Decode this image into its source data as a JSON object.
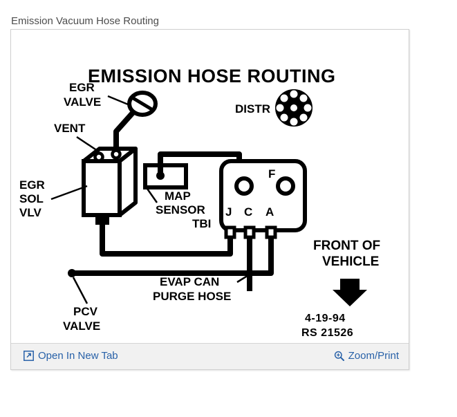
{
  "page": {
    "title": "Emission Vacuum Hose Routing"
  },
  "diagram": {
    "title": "EMISSION HOSE ROUTING",
    "labels": {
      "egr_valve_line1": "EGR",
      "egr_valve_line2": "VALVE",
      "vent": "VENT",
      "distr": "DISTR",
      "egr_sol_line1": "EGR",
      "egr_sol_line2": "SOL",
      "egr_sol_line3": "VLV",
      "map_sensor_line1": "MAP",
      "map_sensor_line2": "SENSOR",
      "tbi": "TBI",
      "port_f": "F",
      "port_j": "J",
      "port_c": "C",
      "port_a": "A",
      "front_of_line1": "FRONT OF",
      "front_of_line2": "VEHICLE",
      "evap_line1": "EVAP CAN",
      "evap_line2": "PURGE HOSE",
      "pcv_line1": "PCV",
      "pcv_line2": "VALVE"
    },
    "stamp": {
      "date": "4-19-94",
      "code": "RS 21526"
    },
    "ink_color": "#000000",
    "background_color": "#ffffff"
  },
  "toolbar": {
    "open_new_tab_label": "Open In New Tab",
    "zoom_print_label": "Zoom/Print",
    "link_color": "#2861a8",
    "background_color": "#f1f1f1"
  }
}
